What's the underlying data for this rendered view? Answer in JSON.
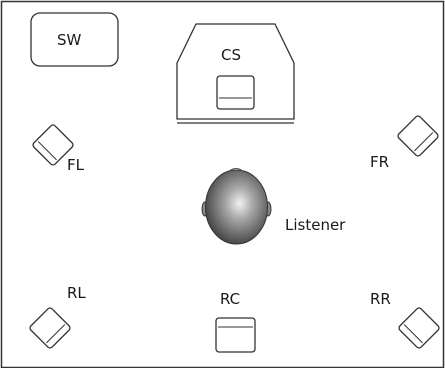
{
  "speakers": {
    "sw": "SW",
    "cs": "CS",
    "fl": "FL",
    "fr": "FR",
    "rl": "RL",
    "rc": "RC",
    "rr": "RR"
  },
  "listener": "Listener"
}
